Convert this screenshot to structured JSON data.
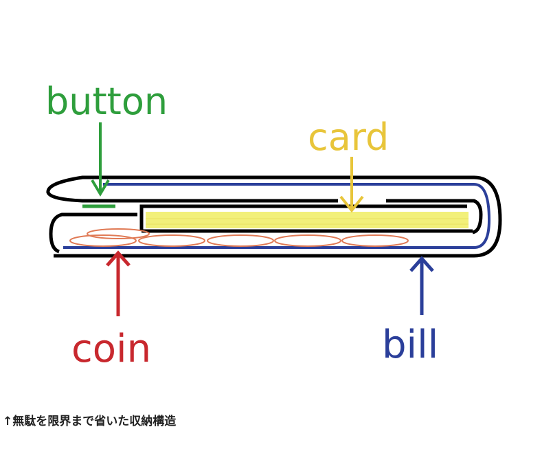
{
  "diagram": {
    "labels": {
      "button": "button",
      "card": "card",
      "coin": "coin",
      "bill": "bill"
    },
    "colors": {
      "button": "#2e9e3c",
      "card": "#e8c53a",
      "coin": "#c8282e",
      "bill": "#2b3f9a",
      "outline": "#000000",
      "card_fill": "#f2f07a",
      "coin_stroke": "#e07a55"
    },
    "coin_count": 6
  },
  "caption": "↑無駄を限界まで省いた収納構造"
}
